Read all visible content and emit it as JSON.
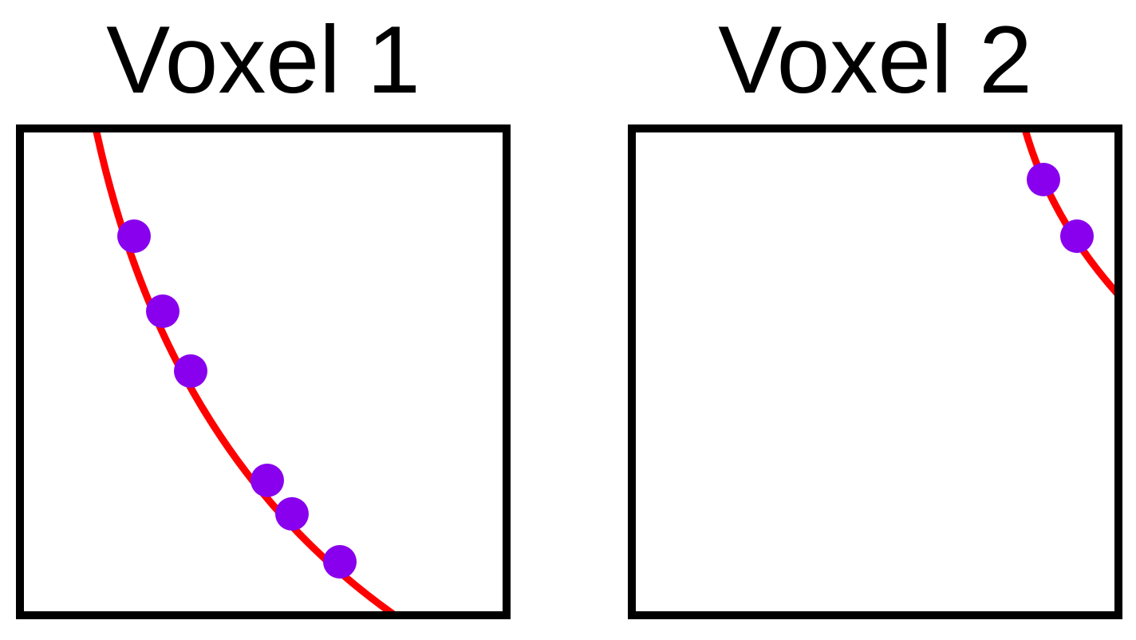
{
  "voxels": [
    {
      "title": "Voxel 1",
      "point_count": 6
    },
    {
      "title": "Voxel 2",
      "point_count": 2
    }
  ],
  "colors": {
    "border": "#000000",
    "curve": "#ff0000",
    "point": "#8800ee",
    "background": "#ffffff"
  }
}
